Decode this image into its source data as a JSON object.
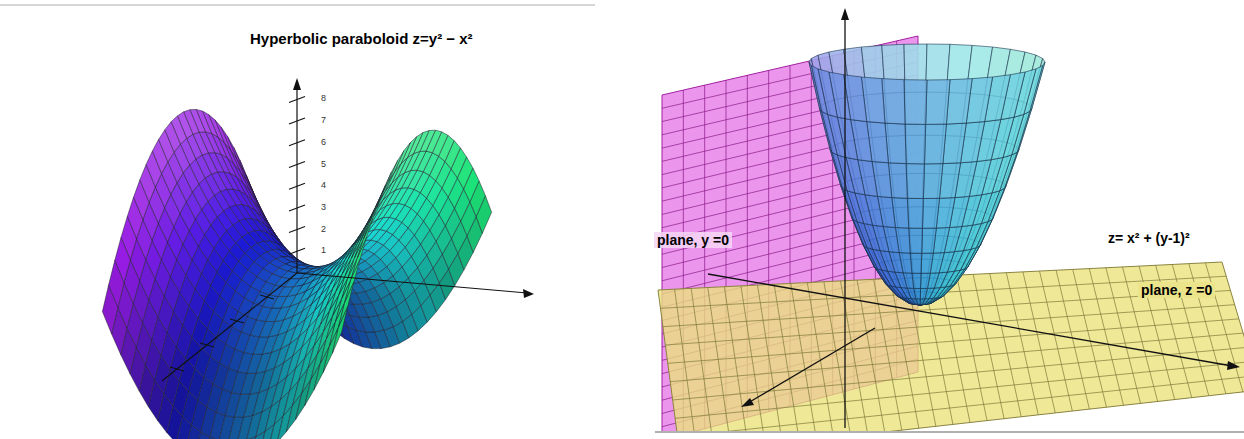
{
  "diagram": {
    "labels": [
      "Hyperbolic paraboloid  z=y² − x²",
      "8",
      "7",
      "6",
      "5",
      "4",
      "3",
      "2",
      "1",
      "z= x² + (y-1)²",
      "plane, y =0",
      "plane, z =0"
    ]
  }
}
